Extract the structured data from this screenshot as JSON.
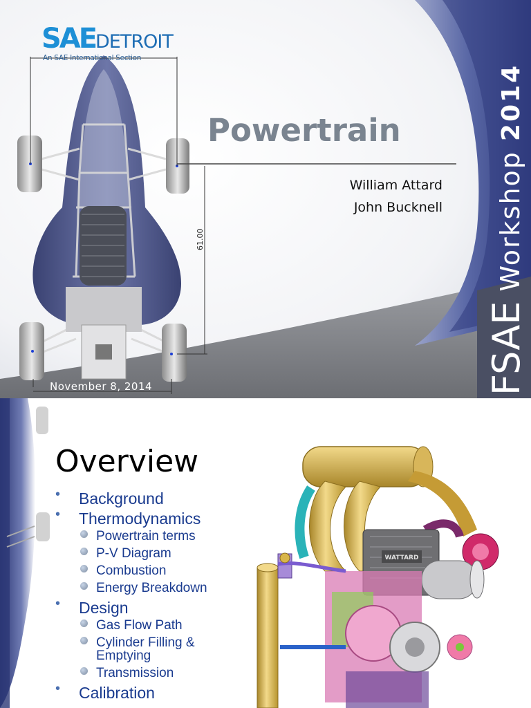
{
  "slide1": {
    "logo": {
      "mark": "SAE",
      "name": "DETROIT",
      "tagline": "An SAE International Section"
    },
    "title": "Powertrain",
    "authors": [
      "William Attard",
      "John Bucknell"
    ],
    "dimension_label": "61.00",
    "date": "November 8, 2014",
    "brand": {
      "series": "FSAE",
      "event": "Workshop",
      "year": "2014"
    }
  },
  "slide2": {
    "title": "Overview",
    "outline": [
      {
        "label": "Background",
        "children": []
      },
      {
        "label": "Thermodynamics",
        "children": [
          "Powertrain terms",
          "P-V Diagram",
          "Combustion",
          "Energy Breakdown"
        ]
      },
      {
        "label": "Design",
        "children": [
          "Gas Flow Path",
          "Cylinder Filling & Emptying",
          "Transmission"
        ]
      },
      {
        "label": "Calibration",
        "children": []
      }
    ],
    "engine_label": "WATTARD"
  },
  "colors": {
    "sae_blue": "#1d8fd6",
    "title_gray": "#7a8490",
    "band_blue": "#3c4a8a",
    "outline_blue": "#1a3b8f",
    "engine_gold": "#d9b64a"
  }
}
